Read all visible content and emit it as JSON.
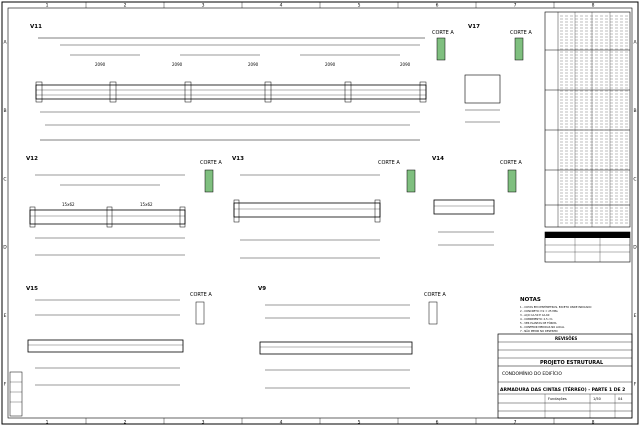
{
  "grid": {
    "columns": [
      "1",
      "2",
      "3",
      "4",
      "5",
      "6",
      "7",
      "8"
    ],
    "rows": [
      "A",
      "B",
      "C",
      "D",
      "E",
      "F"
    ]
  },
  "beams": {
    "v11": {
      "title": "V11",
      "dims": [
        "2090",
        "2090",
        "2090",
        "2090",
        "2090"
      ]
    },
    "v17": {
      "title": "V17",
      "section_title": "CORTE A"
    },
    "v12": {
      "title": "V12",
      "section_title": "CORTE A",
      "dims": [
        "15x62",
        "15x62"
      ]
    },
    "v13": {
      "title": "V13",
      "section_title": "CORTE A"
    },
    "v14": {
      "title": "V14",
      "section_title": "CORTE A"
    },
    "v15": {
      "title": "V15",
      "section_title": "CORTE A"
    },
    "v9": {
      "title": "V9",
      "section_title": "CORTE A"
    }
  },
  "corte_main": {
    "title": "CORTE A"
  },
  "notes": {
    "title": "NOTAS",
    "lines": [
      "1 - COTAS EM CENTÍMETROS, EXCETO ONDE INDICADO",
      "2 - CONCRETO: fck = 25 MPa",
      "3 - AÇO CA-50 E CA-60",
      "4 - COBRIMENTO: 2,5 cm",
      "5 - VER PLANTAS DE FÔRMA",
      "6 - CONFERIR MEDIDAS NO LOCAL",
      "7 - NÃO MEDIR NO DESENHO"
    ]
  },
  "title_block": {
    "revisoes": "REVISÕES",
    "project_type": "PROJETO ESTRUTURAL",
    "client": "CONDOMÍNIO DO EDIFÍCIO",
    "sheet_title": "ARMADURA DAS CINTAS (TÉRREO) - PARTE 1 DE 2",
    "fields": [
      "Fundações",
      "1/50",
      "04"
    ]
  }
}
